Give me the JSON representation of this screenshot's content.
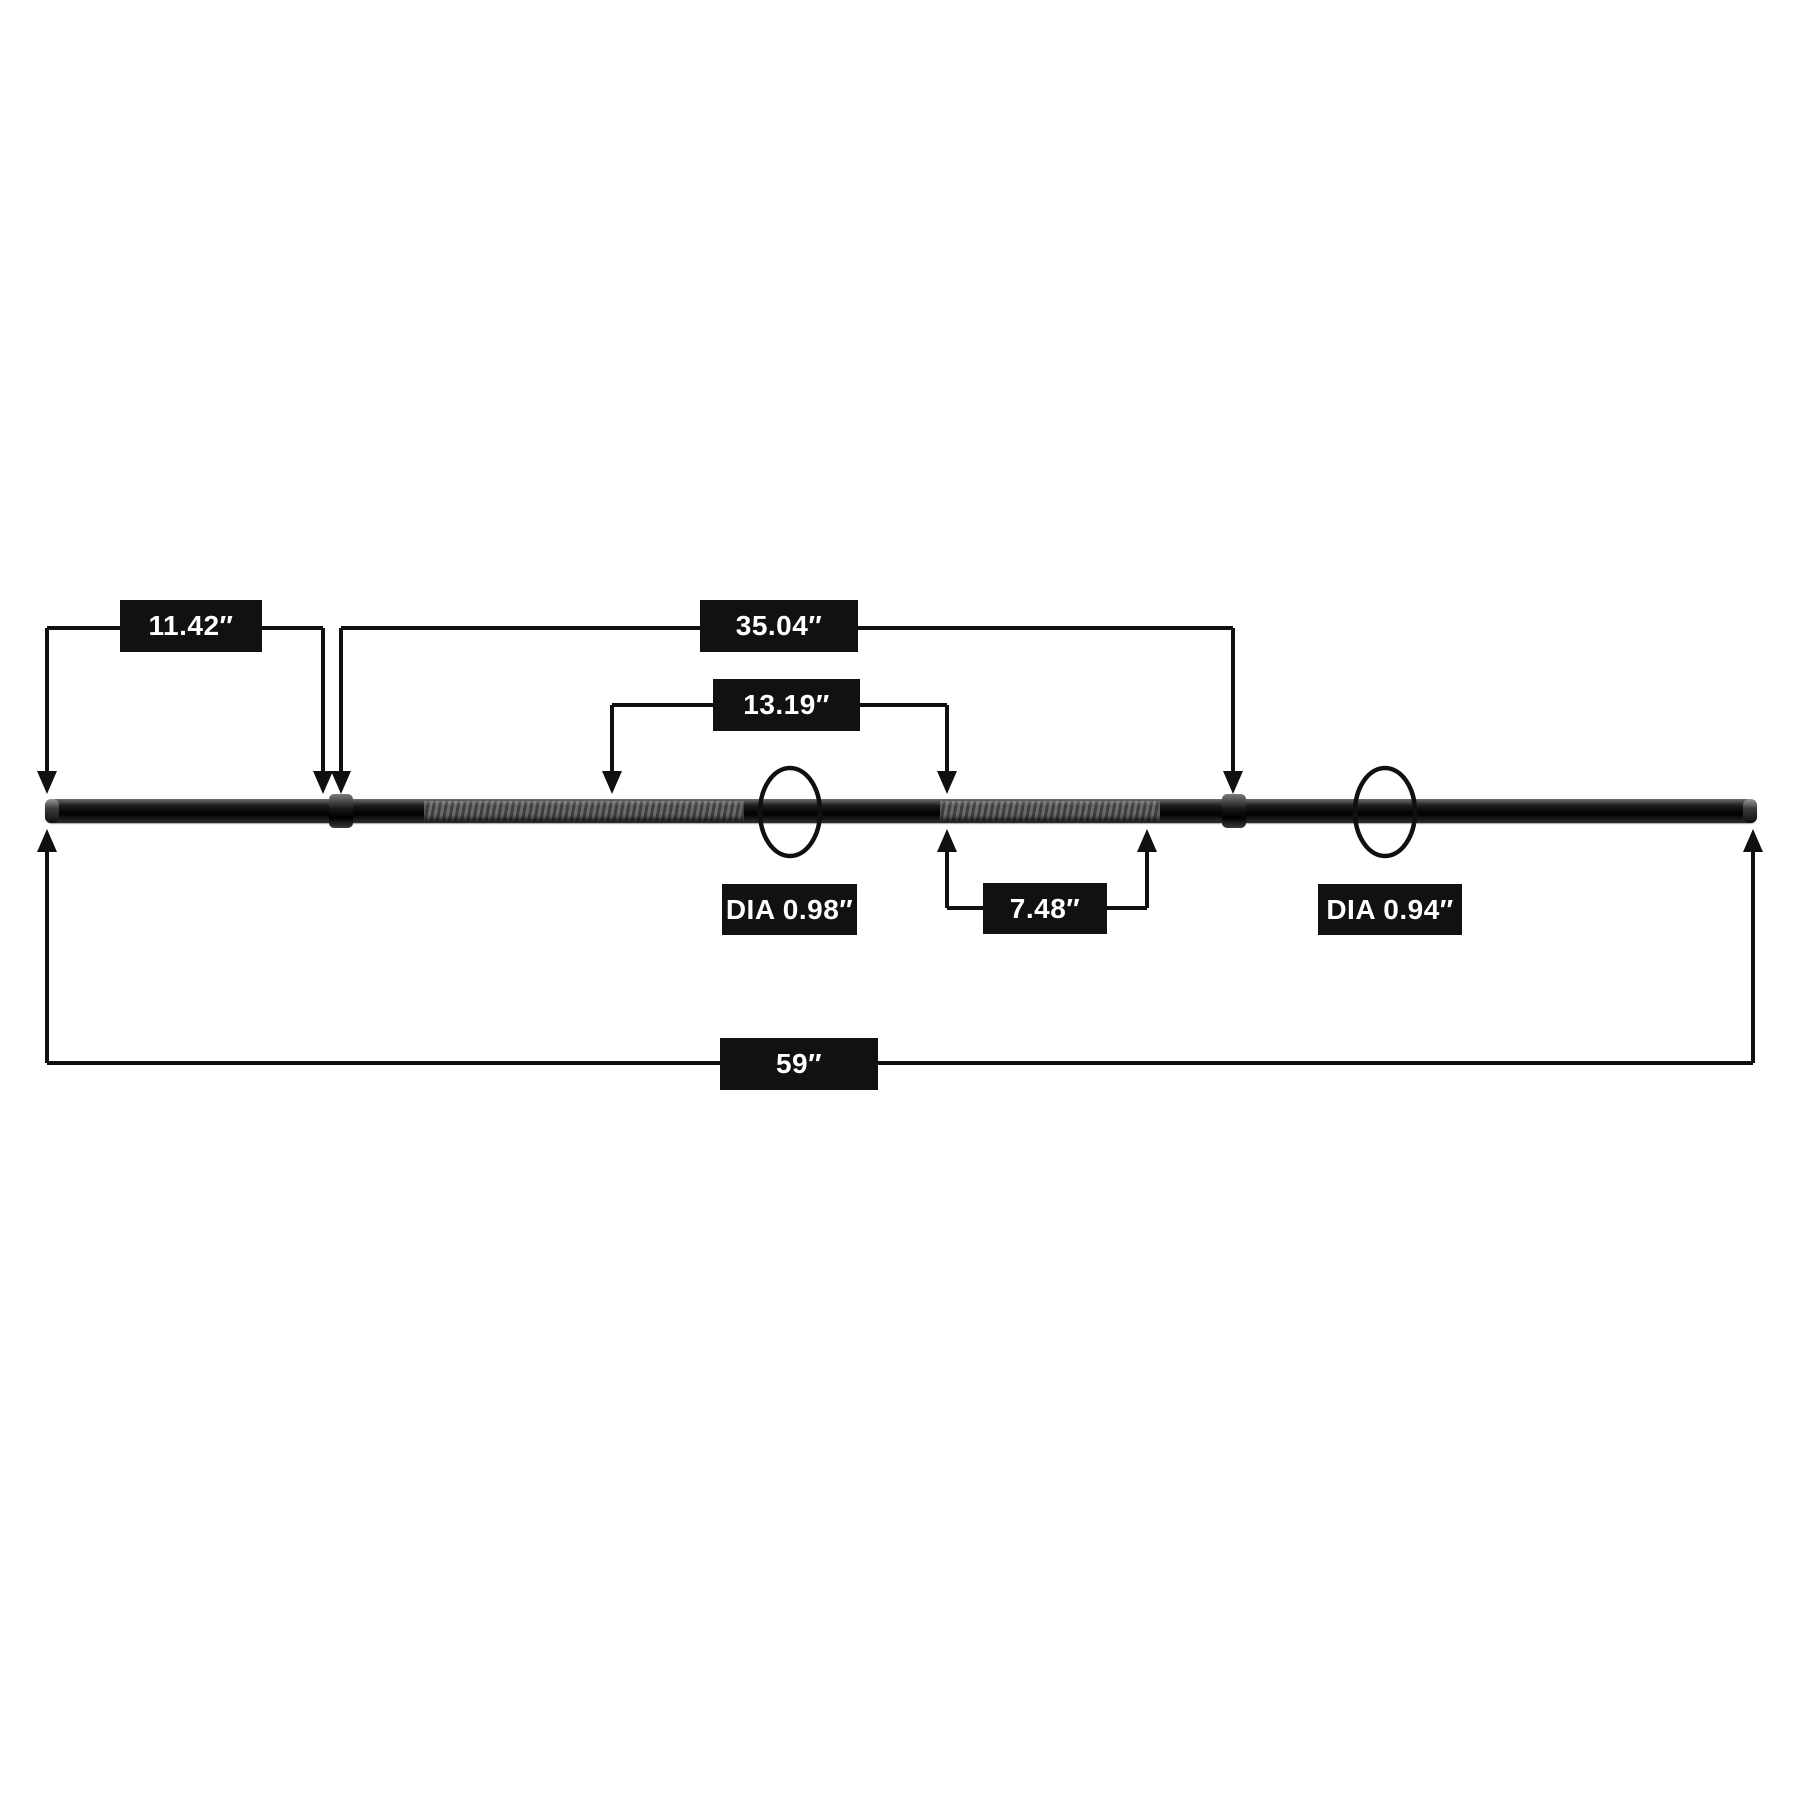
{
  "diagram": {
    "description": "Barbell bar technical dimension diagram",
    "colors": {
      "background": "#ffffff",
      "line": "#101010",
      "label_background": "#111111",
      "label_text": "#ffffff"
    },
    "labels": {
      "dim_left_section": "11.42″",
      "dim_long_span": "35.04″",
      "dim_center_span": "13.19″",
      "dia_left": "DIA 0.98″",
      "dim_grip_section": "7.48″",
      "dia_right": "DIA 0.94″",
      "dim_overall_length": "59″"
    }
  }
}
